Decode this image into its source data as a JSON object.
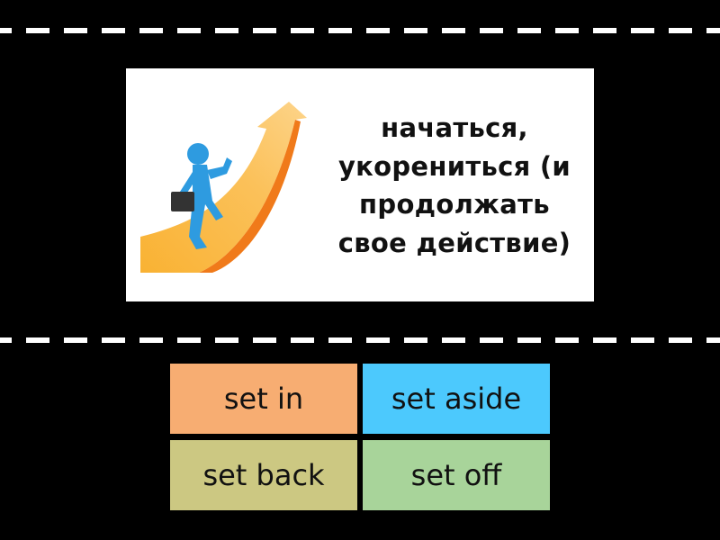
{
  "question": {
    "prompt_text": "начаться, укорениться (и продолжать свое действие)",
    "image_icon": "businessman-climbing-arrow-illustration"
  },
  "answers": [
    {
      "label": "set in",
      "color": "#F7AD72"
    },
    {
      "label": "set aside",
      "color": "#4CC9FD"
    },
    {
      "label": "set back",
      "color": "#CCC882"
    },
    {
      "label": "set off",
      "color": "#A8D49A"
    }
  ]
}
